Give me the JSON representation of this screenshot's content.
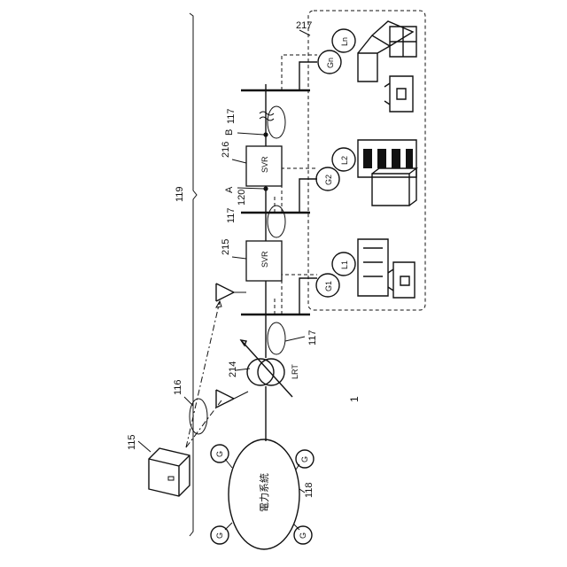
{
  "refs": {
    "system_1": "1",
    "server_115": "115",
    "comm_116": "116",
    "comm_117": "117",
    "grid_118": "118",
    "area_119": "119",
    "sensor_120": "120",
    "lrt_214": "214",
    "svr_215": "215",
    "svr_216": "216",
    "area_217": "217"
  },
  "labels": {
    "grid": "電力系統",
    "generator": "G",
    "lrt": "LRT",
    "svr": "SVR",
    "point_a": "A",
    "point_b": "B",
    "g1": "G1",
    "l1": "L1",
    "g2": "G2",
    "l2": "L2",
    "gn": "Gn",
    "ln": "Ln"
  }
}
